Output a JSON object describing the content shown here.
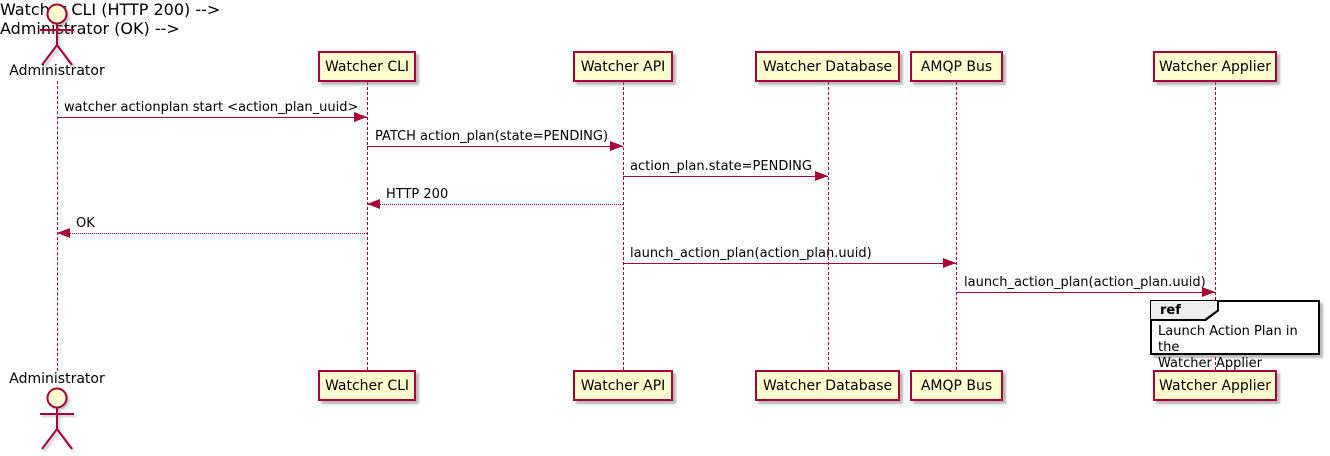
{
  "diagram": {
    "type": "uml-sequence-diagram",
    "actor": {
      "name": "Administrator"
    },
    "participants": [
      {
        "name": "Watcher CLI"
      },
      {
        "name": "Watcher API"
      },
      {
        "name": "Watcher Database"
      },
      {
        "name": "AMQP Bus"
      },
      {
        "name": "Watcher Applier"
      }
    ],
    "messages": [
      {
        "from": "Administrator",
        "to": "Watcher CLI",
        "label": "watcher actionplan start <action_plan_uuid>",
        "style": "solid"
      },
      {
        "from": "Watcher CLI",
        "to": "Watcher API",
        "label": "PATCH action_plan(state=PENDING)",
        "style": "solid"
      },
      {
        "from": "Watcher API",
        "to": "Watcher Database",
        "label": "action_plan.state=PENDING",
        "style": "solid"
      },
      {
        "from": "Watcher API",
        "to": "Watcher CLI",
        "label": "HTTP 200",
        "style": "dashed-return"
      },
      {
        "from": "Watcher CLI",
        "to": "Administrator",
        "label": "OK",
        "style": "dashed-return"
      },
      {
        "from": "Watcher API",
        "to": "AMQP Bus",
        "label": "launch_action_plan(action_plan.uuid)",
        "style": "solid"
      },
      {
        "from": "AMQP Bus",
        "to": "Watcher Applier",
        "label": "launch_action_plan(action_plan.uuid)",
        "style": "solid"
      }
    ],
    "ref": {
      "keyword": "ref",
      "over": "Watcher Applier",
      "line1": "Launch Action Plan in the",
      "line2": "Watcher Applier"
    },
    "colors": {
      "participant_fill": "#FEFECE",
      "border": "#A80036",
      "arrow": "#A80036",
      "text": "#000000",
      "ref_header_fill": "#EEEEEE",
      "ref_border": "#000000",
      "background": "#FFFFFF"
    }
  }
}
